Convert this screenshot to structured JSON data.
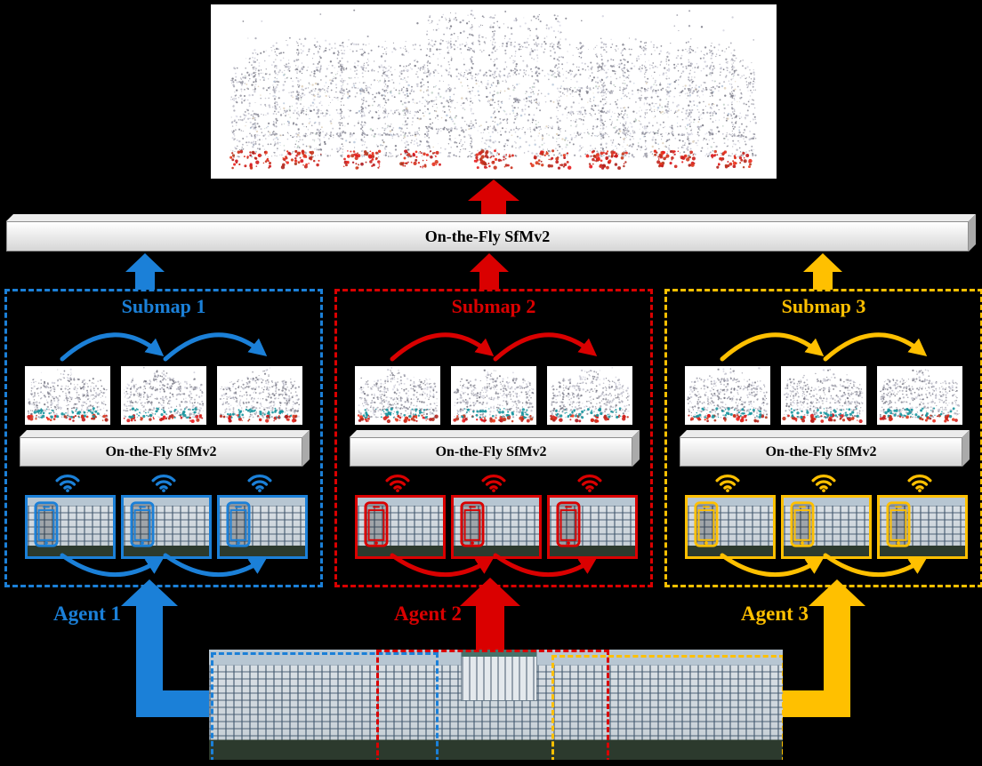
{
  "global_pipeline": {
    "bar_label": "On-the-Fly SfMv2",
    "result": "merged point-cloud reconstruction"
  },
  "submaps": [
    {
      "title": "Submap 1",
      "bar_label": "On-the-Fly SfMv2",
      "color": "#1b80d8"
    },
    {
      "title": "Submap 2",
      "bar_label": "On-the-Fly SfMv2",
      "color": "#da0000"
    },
    {
      "title": "Submap 3",
      "bar_label": "On-the-Fly SfMv2",
      "color": "#ffc000"
    }
  ],
  "agents": [
    {
      "label": "Agent 1",
      "color": "#1b80d8"
    },
    {
      "label": "Agent 2",
      "color": "#da0000"
    },
    {
      "label": "Agent 3",
      "color": "#ffc000"
    }
  ],
  "colors": {
    "blue": "#1b80d8",
    "red": "#da0000",
    "yellow": "#ffc000",
    "background": "#000000",
    "bar_face": "#f2f2f2",
    "pointcloud_red": "#c02020",
    "pointcloud_teal": "#18969e"
  },
  "icons": {
    "wifi": "wifi-icon",
    "smartphone": "smartphone-icon"
  }
}
